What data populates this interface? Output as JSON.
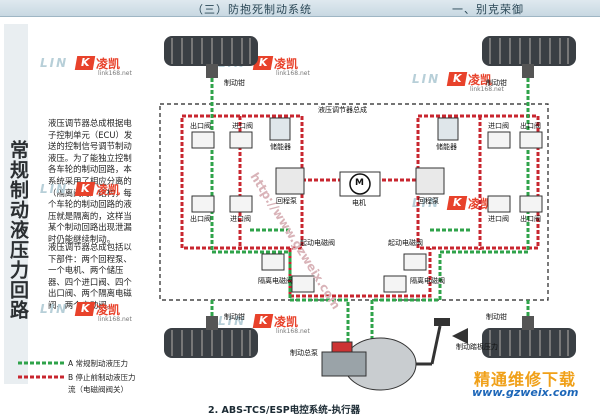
{
  "header": {
    "section": "（三）防抱死制动系统",
    "chapter": "一、别克荣御"
  },
  "side_title": "常规制动液压力回路",
  "body_text": {
    "p1": "液压调节器总成根据电子控制单元（ECU）发送的控制信号调节制动液压。为了能独立控制各车轮的制动回路，本系统采用了相应分离的（隔离阀的）结构，每个车轮的制动回路的液压就是隔离的，这样当某个制动回路出现泄漏时仍能继续制动。",
    "p2": "液压调节器总成包括以下部件：两个回程泵、一个电机、两个储压器、四个进口阀、四个出口阀、两个隔离电磁阀、两个启动阀。"
  },
  "watermark": {
    "linkai": "LIN",
    "logo_letter": "K",
    "brand": "凌凯",
    "url": "link168.net",
    "diag": "http://www.gzweix.com"
  },
  "diagram_labels": {
    "caliper_l": "制动钳",
    "caliper_r": "制动钳",
    "assembly": "液压调节器总成",
    "outlet_valve_1": "出口阀",
    "inlet_valve_1": "进口阀",
    "accumulator_1": "储能器",
    "accumulator_2": "储能器",
    "inlet_valve_2": "进口阀",
    "outlet_valve_2": "出口阀",
    "return_pump_1": "回程泵",
    "return_pump_2": "回程泵",
    "motor": "电机",
    "outlet_valve_3": "出口阀",
    "inlet_valve_3": "进口阀",
    "inlet_valve_4": "进口阀",
    "outlet_valve_4": "出口阀",
    "prime_valve_1": "起动电磁阀",
    "prime_valve_2": "起动电磁阀",
    "isolation_valve_1": "隔离电磁阀",
    "isolation_valve_2": "隔离电磁阀",
    "brake_caliper_bl": "制动钳",
    "brake_caliper_br": "制动钳",
    "master_cylinder": "制动总泵",
    "brake_pedal": "制动踏板压力",
    "motor_symbol": "M"
  },
  "legend": {
    "a": "A 常规制动液压力",
    "b": "B 停止前制动液压力",
    "b2": "流（电磁阀阀关）"
  },
  "caption": "2. ABS-TCS/ESP电控系统-执行器",
  "site": {
    "cn": "精通维修下载",
    "url": "www.gzweix.com"
  },
  "colors": {
    "normal_pressure": "#2fa34a",
    "stop_pressure": "#c8262f",
    "housing_border": "#222222",
    "header_bg": "#cfdde6"
  }
}
